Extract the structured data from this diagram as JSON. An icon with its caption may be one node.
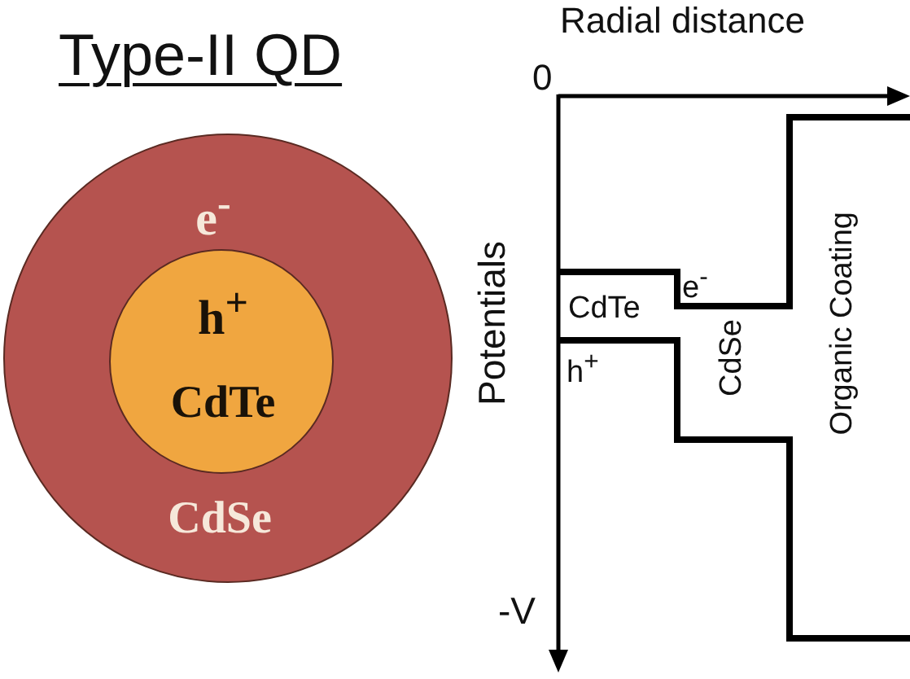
{
  "diagram": {
    "title": "Type-II QD",
    "nodes": [
      {
        "text": [
          "e$^{-}$",
          "CdSe"
        ]
      },
      {
        "text": [
          "h$^{+}$",
          "CdTe"
        ],
        "in": 0
      }
    ],
    "edges": [],
    "labels": [
      "Radial distance",
      "0",
      "Potentials",
      "e$^{-}$",
      "CdTe",
      "h$^{+}$",
      "CdSe",
      "Organic Coating",
      "-V"
    ]
  }
}
